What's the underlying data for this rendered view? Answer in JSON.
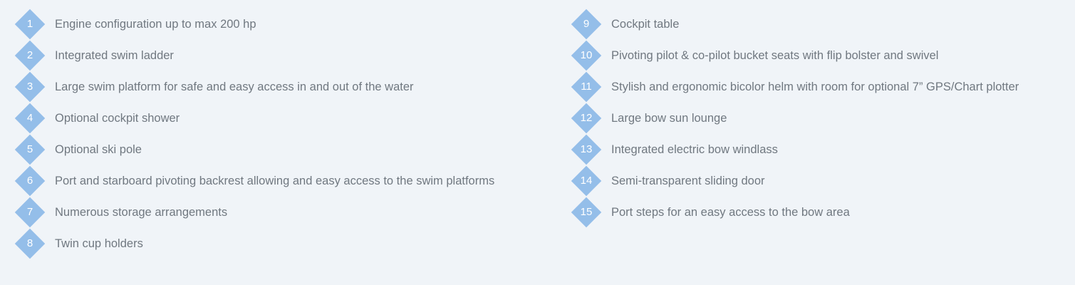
{
  "left_column": [
    {
      "number": "1",
      "text": "Engine configuration up to max 200 hp"
    },
    {
      "number": "2",
      "text": "Integrated swim ladder"
    },
    {
      "number": "3",
      "text": "Large swim platform for safe and easy access in and out of the water"
    },
    {
      "number": "4",
      "text": "Optional cockpit shower"
    },
    {
      "number": "5",
      "text": "Optional ski pole"
    },
    {
      "number": "6",
      "text": "Port and starboard pivoting backrest allowing and easy access to the swim platforms"
    },
    {
      "number": "7",
      "text": "Numerous storage arrangements"
    },
    {
      "number": "8",
      "text": "Twin cup holders"
    }
  ],
  "right_column": [
    {
      "number": "9",
      "text": "Cockpit table"
    },
    {
      "number": "10",
      "text": "Pivoting pilot & co-pilot bucket seats with flip bolster and swivel"
    },
    {
      "number": "11",
      "text": "Stylish and ergonomic bicolor helm with room for optional 7” GPS/Chart plotter"
    },
    {
      "number": "12",
      "text": "Large bow sun lounge"
    },
    {
      "number": "13",
      "text": "Integrated electric bow windlass"
    },
    {
      "number": "14",
      "text": "Semi-transparent sliding door"
    },
    {
      "number": "15",
      "text": "Port steps for an easy access to the bow area"
    }
  ],
  "colors": {
    "background": "#f0f4f8",
    "marker": "#94bee9",
    "marker_text": "#ffffff",
    "label_text": "#707880"
  }
}
